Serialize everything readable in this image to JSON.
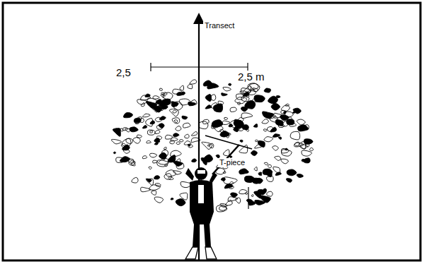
{
  "diagram": {
    "labels": [
      "Transect",
      "2,5",
      "2,5 m",
      "T-piece"
    ]
  }
}
